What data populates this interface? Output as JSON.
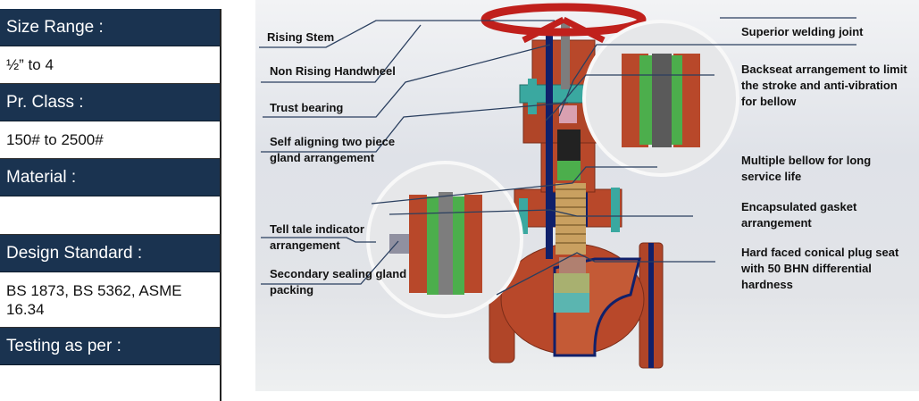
{
  "spec_table": [
    {
      "label": "Size Range :",
      "value": "½” to 4"
    },
    {
      "label": "Pr. Class :",
      "value": "150# to 2500#"
    },
    {
      "label": "Material :",
      "value": ""
    },
    {
      "label": "Design Standard :",
      "value": "BS 1873, BS 5362, ASME 16.34"
    },
    {
      "label": "Testing as per :",
      "value": ""
    }
  ],
  "callouts": {
    "rising_stem": "Rising Stem",
    "non_rising_handwheel": "Non Rising Handwheel",
    "trust_bearing": "Trust bearing",
    "self_aligning_1": "Self aligning two piece",
    "self_aligning_2": "gland arrangement",
    "tell_tale_1": "Tell tale indicator",
    "tell_tale_2": "arrangement",
    "secondary_1": "Secondary sealing gland",
    "secondary_2": "packing",
    "superior_welding": "Superior welding joint",
    "backseat_1": "Backseat arrangement to limit",
    "backseat_2": "the stroke and anti-vibration",
    "backseat_3": "for bellow",
    "multiple_bellow_1": "Multiple bellow for long",
    "multiple_bellow_2": "service life",
    "gasket_1": "Encapsulated gasket",
    "gasket_2": "arrangement",
    "plug_seat_1": "Hard faced conical plug seat",
    "plug_seat_2": "with 50 BHN differential",
    "plug_seat_3": "hardness"
  },
  "colors": {
    "header": "#1a3350",
    "body": "#b8482a",
    "handwheel": "#c0201c",
    "section": "#10206a",
    "bolts": "#3aa8a0",
    "leader": "#2a3f5f"
  }
}
